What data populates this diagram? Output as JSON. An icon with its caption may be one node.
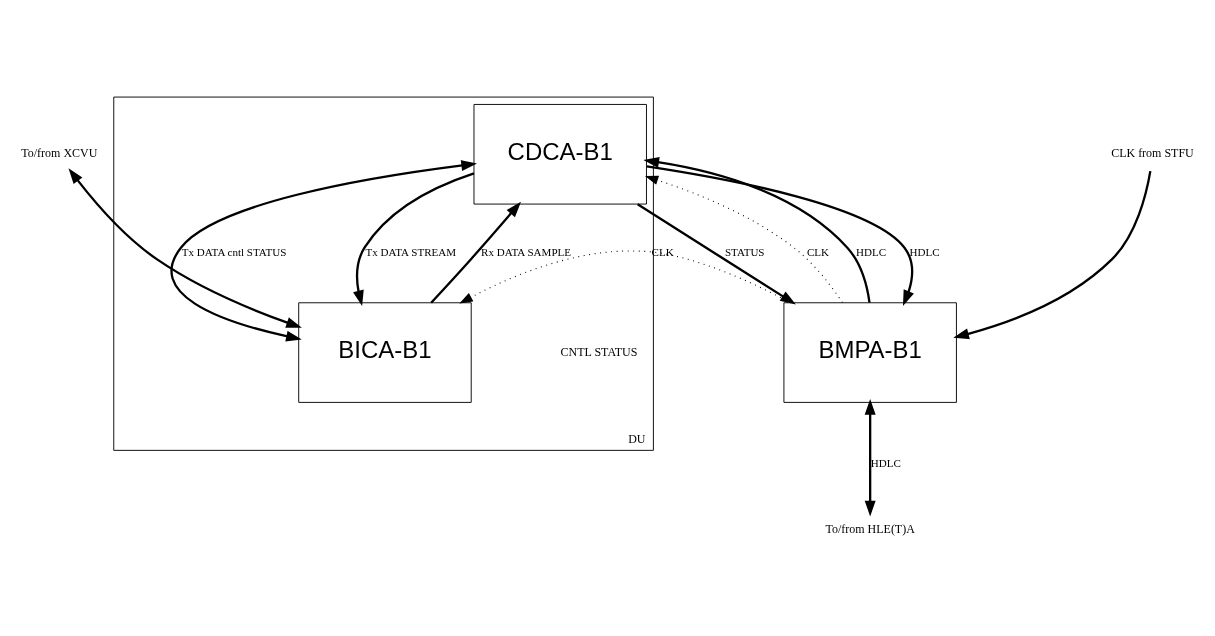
{
  "diagram": {
    "nodes": [
      {
        "text": [
          "DU"
        ]
      },
      {
        "text": [
          "CDCA-B1"
        ],
        "in": 0
      },
      {
        "text": [
          "BICA-B1"
        ],
        "in": 0
      },
      {
        "text": [
          "BMPA-B1"
        ]
      },
      {
        "text": [
          "CLK from STFU"
        ]
      },
      {
        "text": [
          "To/from HLE(T)A"
        ]
      },
      {
        "text": [
          "To/from XCVU"
        ]
      }
    ],
    "edges": [
      {
        "from": 3,
        "to": 1,
        "arrow": "to",
        "label": "CLK",
        "style": "dashed"
      },
      {
        "from": 3,
        "to": 1,
        "arrow": "to",
        "label": "HDLC"
      },
      {
        "from": 1,
        "to": 3,
        "arrow": "to",
        "label": "HDLC"
      },
      {
        "from": 1,
        "to": 3,
        "arrow": "to",
        "label": "STATUS"
      },
      {
        "from": 1,
        "to": 2,
        "arrow": "both",
        "label": "Tx DATA cntl STATUS"
      },
      {
        "from": 1,
        "to": 2,
        "arrow": "to",
        "label": "Tx DATA STREAM"
      },
      {
        "from": 2,
        "to": 1,
        "arrow": "to",
        "label": "Rx DATA SAMPLE"
      },
      {
        "from": 3,
        "to": 2,
        "arrow": "to",
        "label": "CLK",
        "style": "dashed"
      },
      {
        "from": 4,
        "to": 3,
        "arrow": "to"
      },
      {
        "from": 3,
        "to": 5,
        "arrow": "both",
        "label": "HDLC"
      },
      {
        "from": 6,
        "to": 2,
        "arrow": "both"
      }
    ],
    "labels": [
      "CNTL STATUS"
    ]
  }
}
